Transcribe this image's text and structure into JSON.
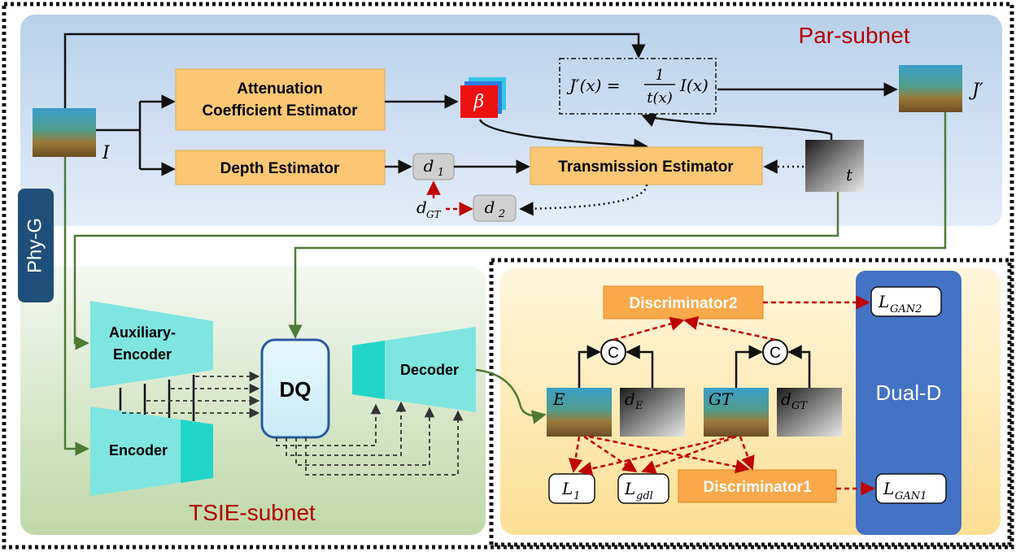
{
  "panels": {
    "par_subnet": "Par-subnet",
    "tsie_subnet": "TSIE-subnet",
    "phy_g": "Phy-G",
    "dual_d": "Dual-D"
  },
  "par": {
    "input_label": "I",
    "attenuation_line1": "Attenuation",
    "attenuation_line2": "Coefficient Estimator",
    "depth_estimator": "Depth Estimator",
    "beta": "β",
    "transmission_estimator": "Transmission Estimator",
    "d1": "d",
    "d1_sub": "1",
    "d2": "d",
    "d2_sub": "2",
    "dgt": "d",
    "dgt_sub": "GT",
    "t_label": "t",
    "j_prime_label": "J′",
    "formula_lhs": "J′(x) =",
    "formula_num": "1",
    "formula_den": "t(x)",
    "formula_rhs": "I(x)"
  },
  "tsie": {
    "aux_encoder_line1": "Auxiliary-",
    "aux_encoder_line2": "Encoder",
    "encoder": "Encoder",
    "dq": "DQ",
    "decoder": "Decoder"
  },
  "dual": {
    "discriminator2": "Discriminator2",
    "discriminator1": "Discriminator1",
    "concat": "C",
    "e_label": "E",
    "de_label": "d",
    "de_sub": "E",
    "gt_label": "GT",
    "dgt_label": "d",
    "dgt_sub": "GT",
    "l1": "L",
    "l1_sub": "1",
    "lgdl": "L",
    "lgdl_sub": "gdl",
    "lgan1": "L",
    "lgan1_sub": "GAN1",
    "lgan2": "L",
    "lgan2_sub": "GAN2"
  },
  "colors": {
    "par_bg_top": "#bdd3ec",
    "par_bg_bottom": "#dde9f6",
    "tsie_bg_top": "#eef4ec",
    "tsie_bg_bottom": "#c6dcb1",
    "dual_bg": "#fde9b6",
    "estimator_fill": "#fbc775",
    "discriminator_fill": "#f9a94a",
    "encoder_fill": "#7fe5e0",
    "encoder_dark": "#22d5c9",
    "dq_fill": "#dff4fb",
    "dq_stroke": "#2a5aa0",
    "dual_d_fill": "#4472c4",
    "phy_g_fill": "#1f4e79",
    "green_arrow": "#4e7a36",
    "red_dashed": "#c00000",
    "title_red": "#b20000"
  }
}
